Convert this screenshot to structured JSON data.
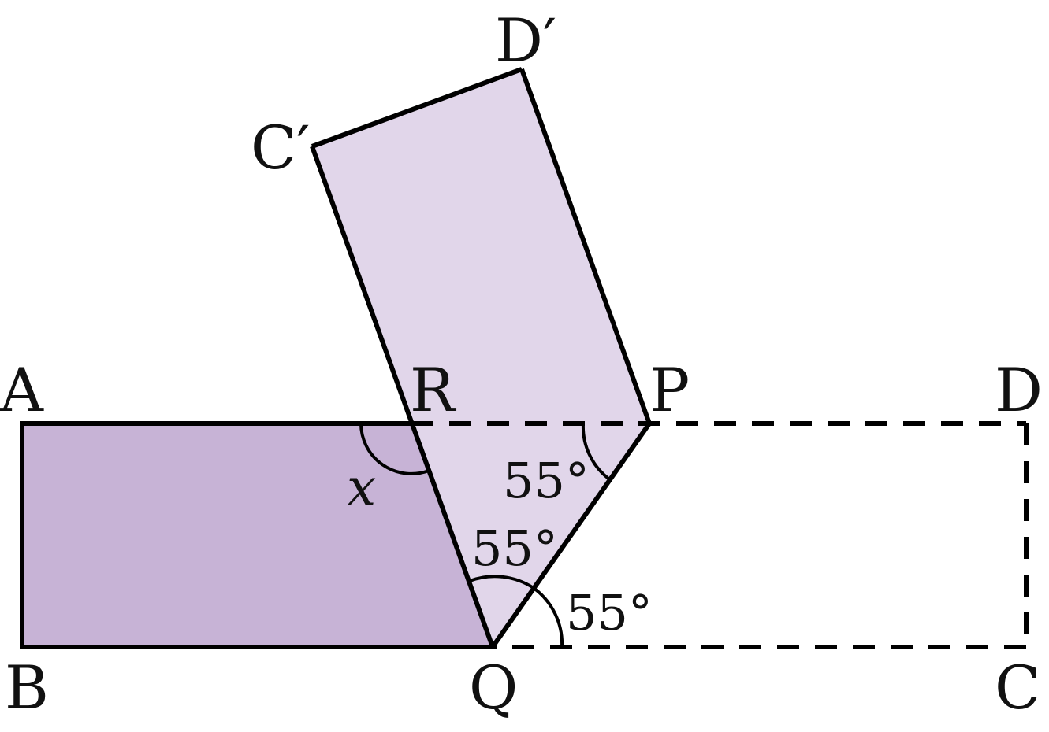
{
  "points": {
    "A": "A",
    "B": "B",
    "C": "C",
    "D": "D",
    "P": "P",
    "Q": "Q",
    "R": "R",
    "C_prime": "C′",
    "D_prime": "D′"
  },
  "angles": {
    "at_P": "55°",
    "at_Q_folded": "55°",
    "at_Q_original": "55°",
    "unknown": "x"
  },
  "colors": {
    "dark_region": "#c7b3d6",
    "light_region": "#e1d6ea",
    "stroke": "#000000"
  }
}
